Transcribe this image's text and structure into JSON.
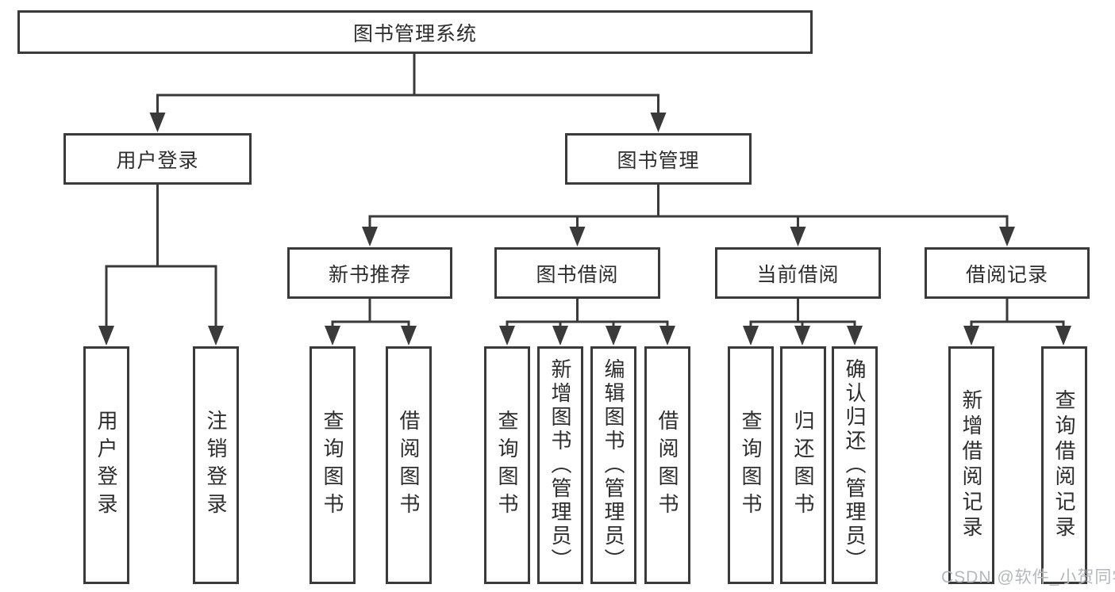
{
  "diagram": {
    "root": "图书管理系统",
    "level2": [
      "用户登录",
      "图书管理"
    ],
    "level3": [
      "新书推荐",
      "图书借阅",
      "当前借阅",
      "借阅记录"
    ],
    "leaves": [
      "用户登录",
      "注销登录",
      "查询图书",
      "借阅图书",
      "查询图书",
      "新增图书（管理员）",
      "编辑图书（管理员）",
      "借阅图书",
      "查询图书",
      "归还图书",
      "确认归还（管理员）",
      "新增借阅记录",
      "查询借阅记录"
    ]
  },
  "watermark": {
    "text": "CSDN @软件_小贺同学"
  },
  "colors": {
    "line": "#3a3a3a",
    "text": "#2d2d2d",
    "background": "#ffffff",
    "watermark": "#b4b8bd"
  }
}
